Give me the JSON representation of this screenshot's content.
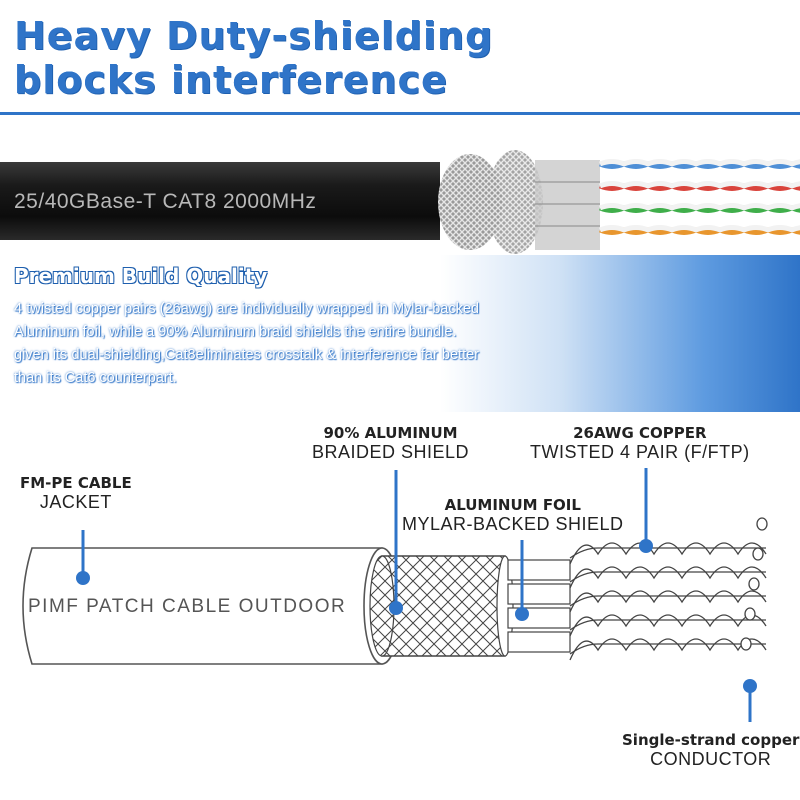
{
  "header": {
    "title_line1": "Heavy Duty-shielding",
    "title_line2": "blocks  interference"
  },
  "photo": {
    "cable_print": "25/40GBase-T  CAT8  2000MHz",
    "pair_colors": [
      "#4f8fd6",
      "#d9443c",
      "#3fae4a",
      "#e8962e"
    ]
  },
  "build": {
    "title": "Premium Build Quality",
    "para1": "4 twisted copper pairs (26awg) are individually wrapped in Mylar-backed Aluminum foil, while a 90% Aluminum braid shields the entire bundle.",
    "para2": "given its dual-shielding,Cat8eliminates crosstalk & interference far better than its Cat6 counterpart."
  },
  "diagram": {
    "jacket_print": "PIMF  PATCH  CABLE  OUTDOOR",
    "labels": {
      "jacket_bold": "FM-PE CABLE",
      "jacket_normal": "JACKET",
      "braid_bold": "90% ALUMINUM",
      "braid_normal": "BRAIDED SHIELD",
      "copper_bold": "26AWG COPPER",
      "copper_normal": "TWISTED 4 PAIR (F/FTP)",
      "foil_bold": "ALUMINUM FOIL",
      "foil_normal": "MYLAR-BACKED SHIELD",
      "conductor_bold": "Single-strand copper",
      "conductor_normal": "CONDUCTOR"
    },
    "accent": "#2f74c8"
  }
}
